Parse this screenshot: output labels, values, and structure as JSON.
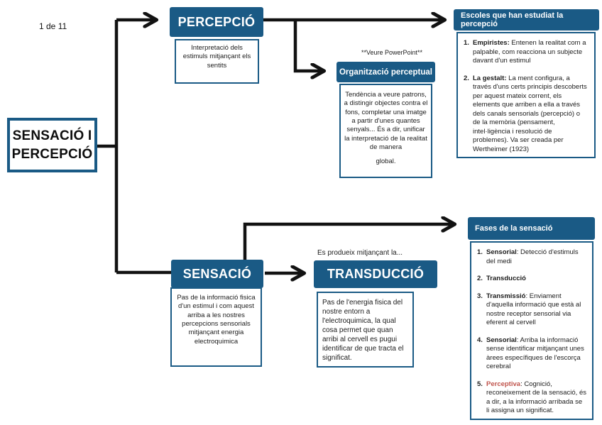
{
  "page": {
    "indicator": "1 de 11"
  },
  "colors": {
    "header_bg": "#1a5a85",
    "accent_red": "#c0544c",
    "connector": "#121212"
  },
  "root": {
    "line1": "SENSACIÓ I",
    "line2": "PERCEPCIÓ"
  },
  "percepcio": {
    "title": "PERCEPCIÓ",
    "description": "Interpretació dels estimuls mitjançant els sentits"
  },
  "organitzacio": {
    "note": "**Veure PowerPoint**",
    "title": "Organització perceptual",
    "description": "Tendència a veure patrons, a distingir objectes contra el fons, completar una imatge a partir d'unes quantes senyals... És a dir, unificar la interpretació de la realitat de manera",
    "description_last_line": "global."
  },
  "escoles": {
    "title": "Escoles que han estudiat la percepció",
    "items": [
      {
        "num": "1.",
        "bold": "Empiristes:",
        "text": " Entenen la realitat com a palpable, com reacciona un subjecte davant d'un estimul"
      },
      {
        "num": "2.",
        "bold": "La gestalt:",
        "text": " La ment configura, a través d'uns certs principis descoberts per aquest mateix corrent, els elements que arriben a ella a través dels canals sensorials (percepció) o de la memòria (pensament, intel·ligència i resolució de problemes). Va ser creada per Wertheimer (1923)"
      }
    ]
  },
  "sensacio": {
    "title": "SENSACIÓ",
    "description": "Pas de la informació fisica d'un estimul i com aquest arriba a les nostres percepcions sensorials mitjançant energia electroquimica"
  },
  "transduccio": {
    "note": "Es produeix mitjançant la...",
    "title": "TRANSDUCCIÓ",
    "description": "Pas de l'energia fisica del nostre entorn a l'electroquimica, la qual cosa permet que quan arribi al cervell es pugui identificar de que tracta el significat."
  },
  "fases": {
    "title": "Fases de la sensació",
    "items": [
      {
        "num": "1.",
        "bold": "Sensorial",
        "text": ": Detecció d'estimuls del medi"
      },
      {
        "num": "2.",
        "bold": "Transducció",
        "text": ""
      },
      {
        "num": "3.",
        "bold": "Transmissió",
        "text": ": Enviament d'aquella informació que està al nostre receptor sensorial via eferent al cervell"
      },
      {
        "num": "4.",
        "bold": "Sensorial",
        "text": ": Arriba la informació sense identificar mitjançant unes àrees específiques de l'escorça cerebral"
      },
      {
        "num": "5.",
        "bold": "Perceptiva",
        "bold_color": "#c0544c",
        "text": ": Cognició, reconeixement de la sensació, és a dir, a la informació arribada se li assigna un significat."
      }
    ]
  }
}
